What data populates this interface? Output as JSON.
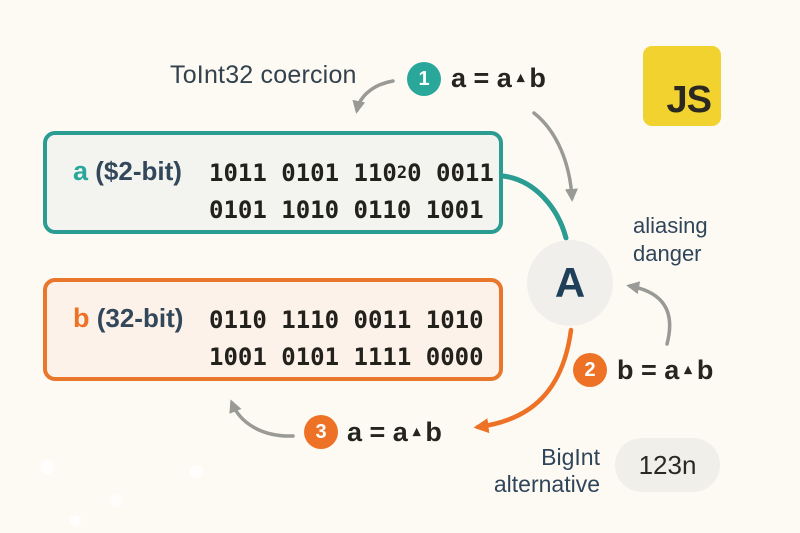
{
  "title": "ToInt32 coercion",
  "js_logo": {
    "text": "JS"
  },
  "steps": [
    {
      "num": "1",
      "eq_pre": "a = a",
      "caret": "▴",
      "eq_post": "b"
    },
    {
      "num": "2",
      "eq_pre": "b = a",
      "caret": "▴",
      "eq_post": "b"
    },
    {
      "num": "3",
      "eq_pre": "a = a",
      "caret": "▴",
      "eq_post": "b"
    }
  ],
  "box_a": {
    "var_name": "a",
    "bits_label": " ($2-bit)",
    "line1_pre": "1011 0101 110",
    "line1_glitch": "2",
    "line1_post": "0 0011",
    "line2": "0101 1010 0110 1001"
  },
  "box_b": {
    "var_name": "b",
    "bits_label": " (32-bit)",
    "line1": "0110 1110 0011 1010",
    "line2": "1001 0101 1111 0000"
  },
  "alias_node": {
    "letter": "A",
    "caption_line1": "aliasing",
    "caption_line2": "danger"
  },
  "bigint": {
    "label_line1": "BigInt",
    "label_line2": "alternative",
    "pill": "123n"
  },
  "colors": {
    "teal": "#2aa79b",
    "orange": "#ed7226",
    "navy": "#33475a",
    "js_yellow": "#f2d22f",
    "arrow_gray": "#999995",
    "background": "#fcfaf3"
  }
}
